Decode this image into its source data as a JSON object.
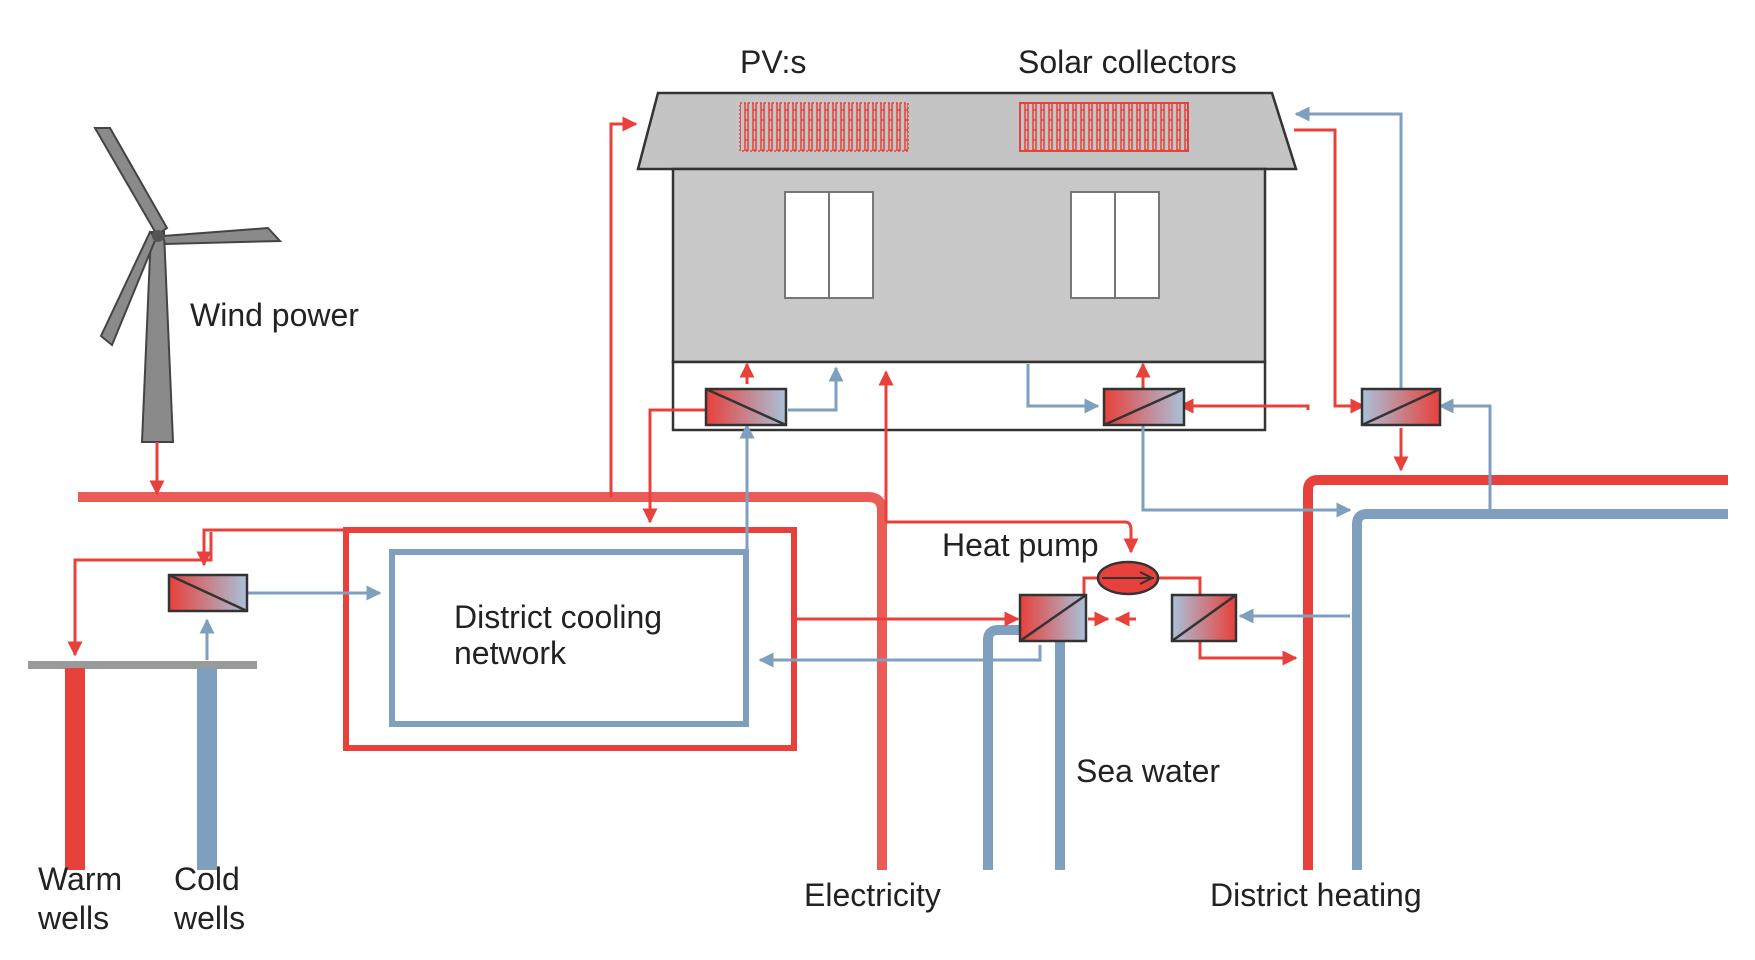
{
  "labels": {
    "pvs": "PV:s",
    "solar_collectors": "Solar collectors",
    "wind_power": "Wind power",
    "heat_pump": "Heat pump",
    "district_cooling_line1": "District cooling",
    "district_cooling_line2": "network",
    "sea_water": "Sea water",
    "warm_wells_line1": "Warm",
    "warm_wells_line2": "wells",
    "cold_wells_line1": "Cold",
    "cold_wells_line2": "wells",
    "electricity": "Electricity",
    "district_heating": "District heating"
  },
  "colors": {
    "hot": "#e8403a",
    "hot_light": "#f2a09a",
    "cold": "#7f9fbf",
    "cold_light": "#a8c2da",
    "building": "#c8c8c8",
    "roof": "#c4c4c4",
    "outline": "#333333",
    "turbine": "#8a8a8a"
  },
  "icons": {
    "heat_exchanger": "heat-exchanger-icon",
    "heat_pump": "heat-pump-icon",
    "wind_turbine": "wind-turbine-icon"
  }
}
